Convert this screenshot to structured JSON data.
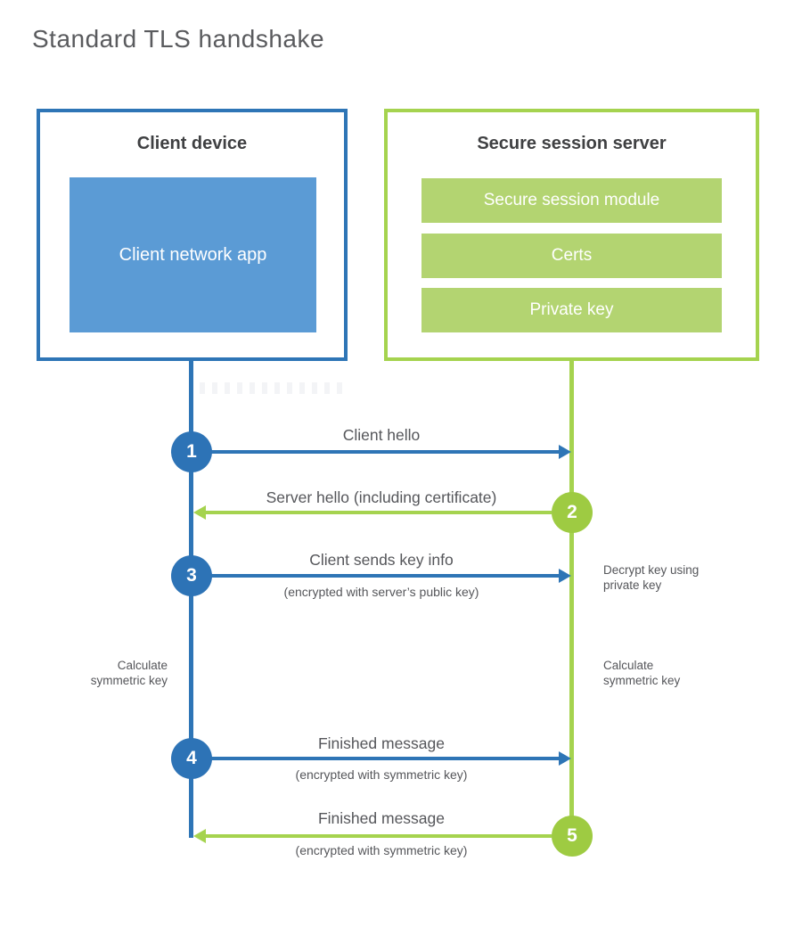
{
  "page": {
    "title": "Standard TLS handshake"
  },
  "colors": {
    "blue_line": "#2e75b6",
    "blue_fill": "#5b9bd5",
    "blue_circle": "#2d73b6",
    "green_line": "#a5d34f",
    "green_fill": "#b3d471",
    "green_circle": "#9ecb42",
    "title_text": "#5a5b5e",
    "label_text": "#55565a",
    "heading_text": "#3f4042"
  },
  "client": {
    "title": "Client device",
    "app_label": "Client network app"
  },
  "server": {
    "title": "Secure session server",
    "modules": [
      "Secure session module",
      "Certs",
      "Private key"
    ]
  },
  "steps": [
    {
      "num": "1",
      "label": "Client hello",
      "sub": "",
      "direction": "client-to-server",
      "color": "blue"
    },
    {
      "num": "2",
      "label": "Server hello (including certificate)",
      "sub": "",
      "direction": "server-to-client",
      "color": "green"
    },
    {
      "num": "3",
      "label": "Client sends key info",
      "sub": "(encrypted with server’s public key)",
      "direction": "client-to-server",
      "color": "blue"
    },
    {
      "num": "4",
      "label": "Finished message",
      "sub": "(encrypted with symmetric key)",
      "direction": "client-to-server",
      "color": "blue"
    },
    {
      "num": "5",
      "label": "Finished message",
      "sub": "(encrypted with symmetric key)",
      "direction": "server-to-client",
      "color": "green"
    }
  ],
  "notes": {
    "decrypt": "Decrypt key using private key",
    "calc_left": "Calculate symmetric key",
    "calc_right": "Calculate symmetric key"
  }
}
